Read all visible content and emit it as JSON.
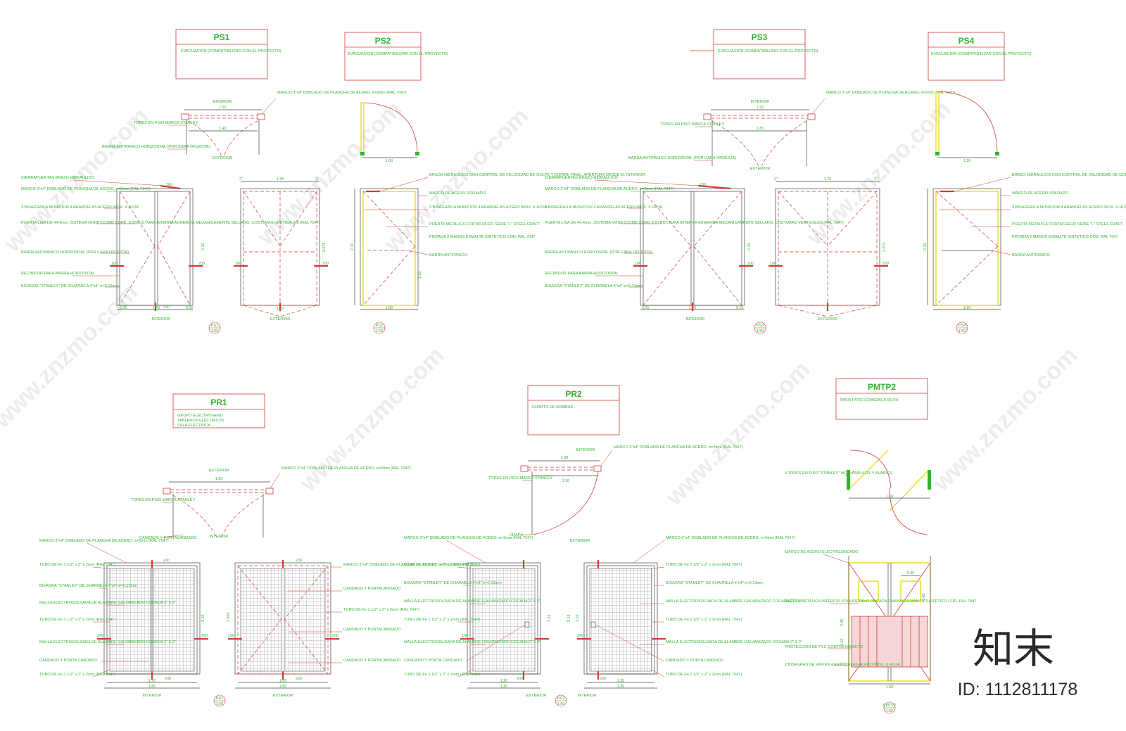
{
  "tags": {
    "ps1": {
      "code": "PS1",
      "note": "EVACUACION (COMPATIBILIZAR CON EL PROYECTO)"
    },
    "ps2": {
      "code": "PS2",
      "note": "EVACUACION (COMPATIBILIZAR CON EL PROYECTO)"
    },
    "ps3": {
      "code": "PS3",
      "note": "EVACUACION (COMPATIBILIZAR CON EL PROYECTO)"
    },
    "ps4": {
      "code": "PS4",
      "note": "EVACUACION (COMPATIBILIZAR CON EL PROYECTO)"
    },
    "pr1": {
      "code": "PR1",
      "notes": [
        "GRUPO ELECTROGENO",
        "TABLEROS ELECTRICOS",
        "SALA ELECTRICA"
      ]
    },
    "pr2": {
      "code": "PR2",
      "note": "CUARTO DE BOMBAS"
    },
    "pmtp2": {
      "code": "PMTP2",
      "note": "PASO PATIO COMIDAS A 55 HH"
    }
  },
  "labels": {
    "interior": "INTERIOR",
    "exterior": "EXTERIOR",
    "marco_plan": "MARCO 3\"x4\" DOBLADO DE PLANCHA DE ACERO, e=2mm (RAL 7047)",
    "topes": "TOPES EN PISO MARCA STANLEY",
    "barra_plan": "BARRA ANTIPANICO HORIZONTAL (POR CARA OPUESTA)",
    "cierrapuertas": "CIERRAPUERTAS BRAZO HIDRAULICO",
    "marco_elev": "MARCO 3\"x4\" DOBLADO DE PLANCHA DE ACERO, e=2mm (RAL 7047)",
    "bisagras": "3 BISAGRAS A MUNICION 4 ARANDELAS ACERO INOX. X HOJA",
    "puerta_lisa": "PUERTA LISA DE 44.4mm, SISTEMA HONEYCOMB CORE, ESTRUCTURA INTERNA ADHERIDA MECANICAMENTE SELLADO, COSTURAS VERTICALES (RAL 7047)",
    "barra_elev": "BARRA ANTIPANICO HORIZONTAL (POR CARA OPUESTA)",
    "recibidor": "RECIBIDOR PARA BARRA HORIZONTAL",
    "bisagra_stanley": "BISAGRA \"STANLEY\" DE CHARNELA 4\"x4\" e=0.13mm",
    "brazo": "BRAZO HIDRAULICO CON CONTROL DE VELOCIDAD DE GOLPE Y CIERRE FINAL, APERTURA DESDE EL INTERIOR",
    "marco_acero": "MARCO DE ACERO SOLDADO",
    "puerta_metalica": "PUERTA METALICA CORTAFUEGO SERIE \"L\" STEEL CRAFT",
    "pintada": "PINTADA 2 MANOS ESMALTE SINTETICO COD. RAL 7047",
    "barra_antipanico": "BARRA ANTIPANICO",
    "marco_pr": "MARCO 3\"x4\" DOBLADO DE PLANCHA DE ACERO, e=2mm (RAL 7047)",
    "tubo": "TUBO DE Fe 1 1/2\" x 2\" x 2mm (RAL 7047)",
    "bisagra_pr": "BISAGRA \"STANLEY\" DE CHARNELA 4\"x4\" e=0.13mm",
    "malla": "MALLA ELECTROSOLDADA DE ALAMBRE GALVANIZADO COCADA 2\" X 2\"",
    "candado": "CANDADO Y PORTA CANDADO",
    "candado_pr1": "CANDADO Y PORTACANDADO",
    "chapa": "CHAPA",
    "topes_stanley": "4 TOPES EN PISO \"STANLEY\" MOD. 0580-4115 Y BUMPER",
    "marco_galv": "MARCO DE ACERO ELECTROZINCADO",
    "puerta_pu": "PUERTA METALICA INTERIOR POLIURETANO PINTADA 2 MANOS ESMALTE SINTETICO COD. RAL 7047",
    "proteccion": "PROTECCION DE PVC CONTRA IMPACTO",
    "bisagras_vaiven": "2 BISAGRAS DE VAIVEN 4 ARANDELAS ACERO INOX. X HOJA"
  },
  "dims": {
    "ps1_plan": "1.50",
    "ps1_inner": "1.40",
    "ps1_w": "1.40",
    "ps1_side": "0.05",
    "ps1_ext": "1.35",
    "ps1_h": "2.10",
    "ps1_h2": "2.075",
    "ps2": "1.00",
    "ps2_h": "2.10",
    "ps2_h2": "1.00",
    "ps3_plan": "1.90",
    "ps3_inner": "1.80",
    "ps3_w": "1.60",
    "ps3_ext": "1.75",
    "ps4": "1.20",
    "pr1_plan": "1.80",
    "pr1_w": "1.70",
    "pr1_tot": "1.80",
    "pr1_ext": "1.65",
    "pr1_h": "3.10",
    "pr1_h2": "2.005",
    "pr2_plan": "1.30",
    "pr2_w": "1.20",
    "pr2_tot": "1.30",
    "pr2_h": "2.15",
    "pr2_h2": "2.10",
    "pmtp2_plan": "1.50",
    "pmtp2_h": "2.40",
    "pmtp2_h2": "1.10",
    "pmtp2_win": "0.40",
    "pmtp2_winh": "0.40",
    "inch": "2\"",
    "n200": "200",
    "n100": "100"
  },
  "scales": {
    "ps1": {
      "code": "PS1",
      "scale": "1:50"
    },
    "ps2": {
      "code": "PS2",
      "scale": "1:50"
    },
    "ps3": {
      "code": "PS3",
      "scale": "1:50"
    },
    "ps4": {
      "code": "PS4",
      "scale": "1:50"
    },
    "pr1": {
      "code": "PR1",
      "scale": "1:50"
    },
    "pr2": {
      "code": "PR2",
      "scale": "1:50"
    },
    "pmtp2": {
      "code": "PMTP2",
      "scale": "1:50"
    }
  },
  "stamp": {
    "brand": "知末",
    "id": "ID: 1112811178"
  },
  "watermark": "www.znzmo.com",
  "colors": {
    "green": "#2fb52f",
    "red": "#d43a3a",
    "yellow": "#e6d400"
  }
}
